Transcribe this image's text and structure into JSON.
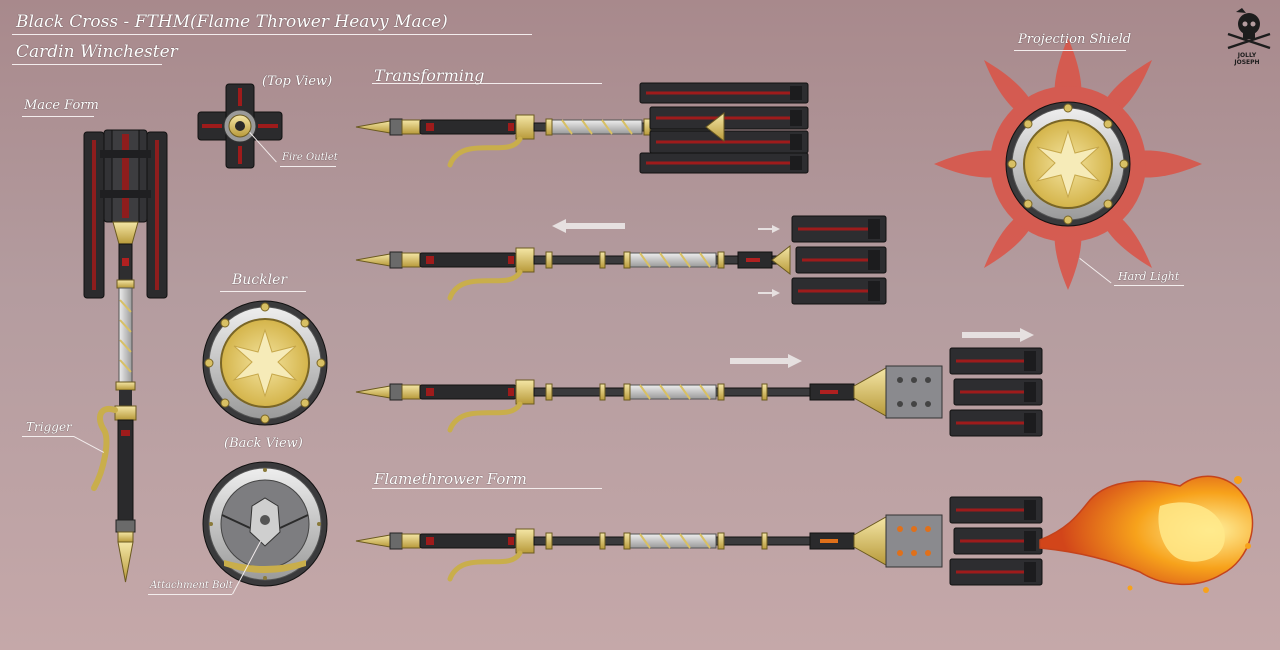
{
  "header": {
    "title": "Black Cross - FTHM(Flame Thrower Heavy Mace)",
    "author": "Cardin Winchester"
  },
  "labels": {
    "mace_form": "Mace Form",
    "top_view": "(Top View)",
    "fire_outlet": "Fire Outlet",
    "transforming": "Transforming",
    "buckler": "Buckler",
    "back_view": "(Back View)",
    "attachment_bolt": "Attachment Bolt",
    "trigger": "Trigger",
    "flamethrower_form": "Flamethrower Form",
    "projection_shield": "Projection Shield",
    "hard_light": "Hard Light"
  },
  "logo": {
    "text": "JOLLY JOSEPH"
  },
  "colors": {
    "background": "#b49c9f",
    "metal_dark": "#2a2a2c",
    "accent_red": "#9e1b1b",
    "gold": "#d8c064",
    "silver": "#c9c9c9",
    "shield_glow": "#d9564a",
    "flame": "#f5a623"
  }
}
